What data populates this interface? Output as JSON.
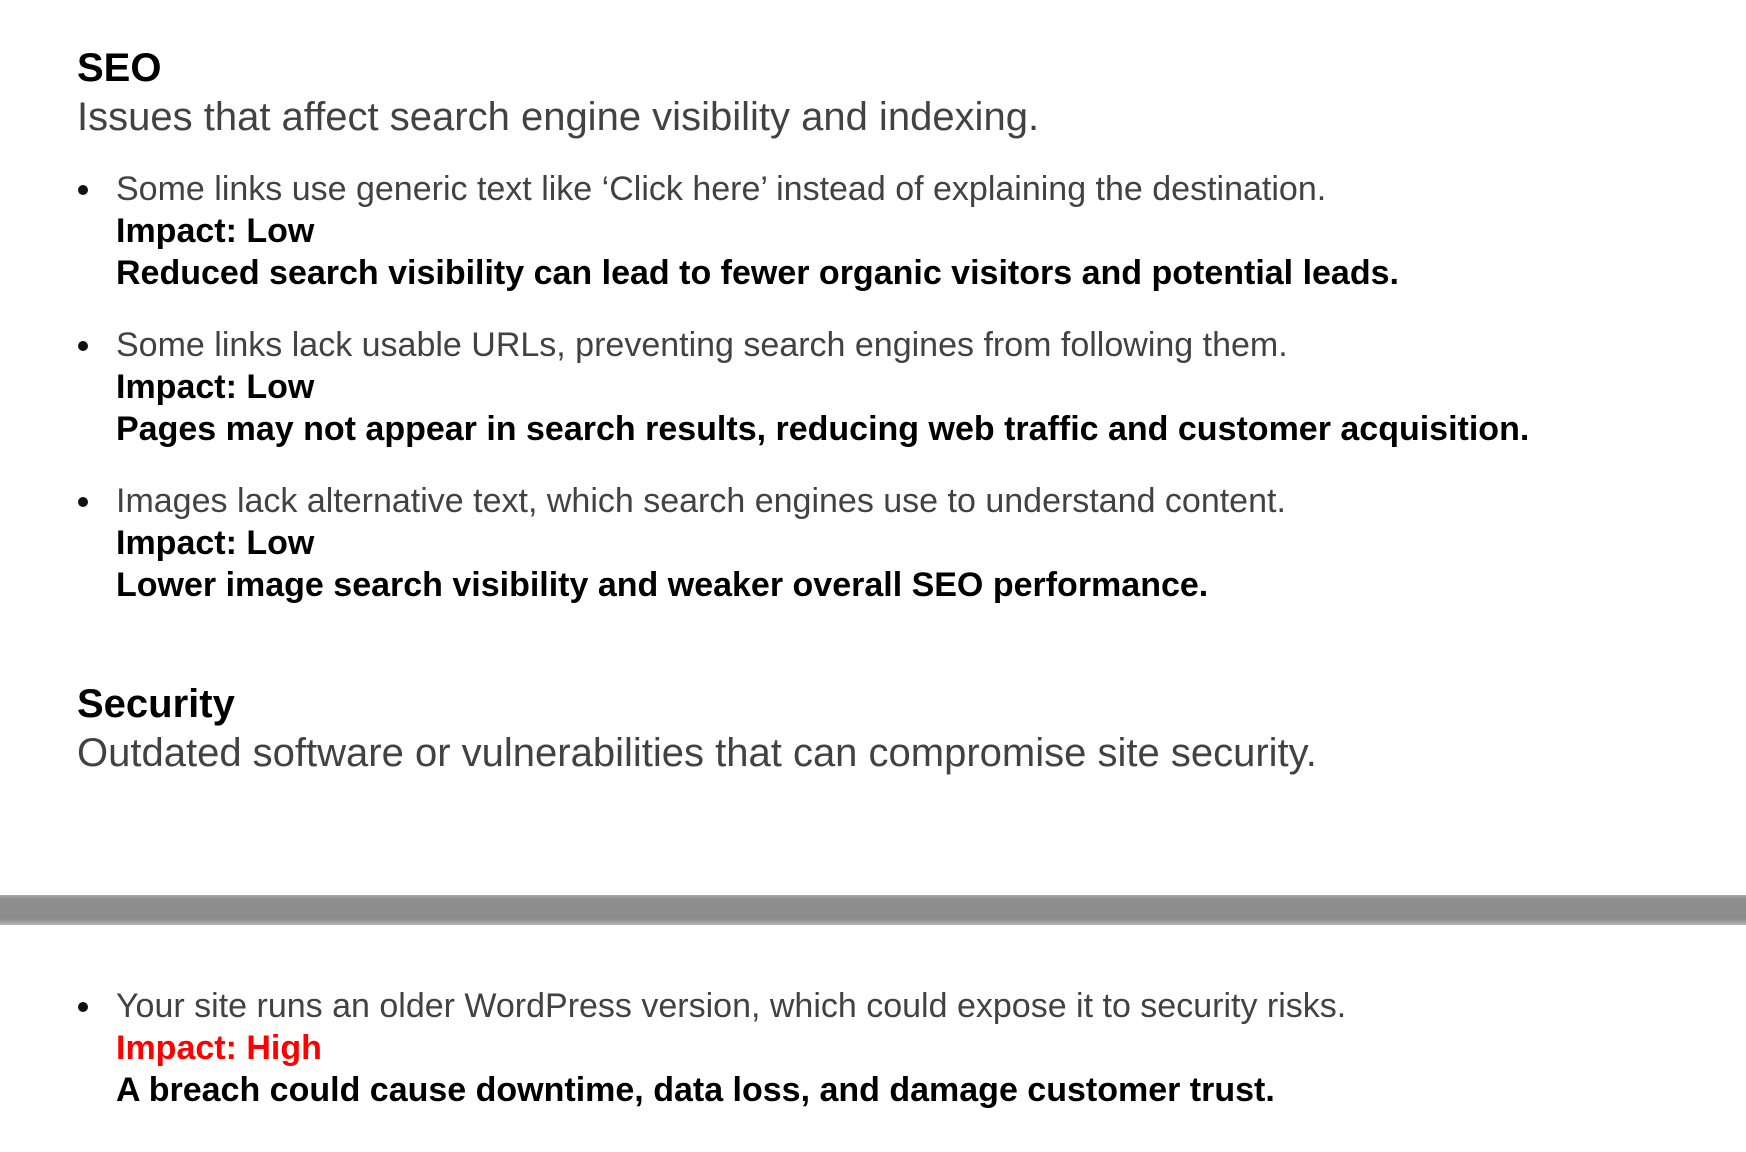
{
  "seo": {
    "title": "SEO",
    "description": "Issues that affect search engine visibility and indexing.",
    "issues": [
      {
        "text": "Some links use generic text like ‘Click here’ instead of explaining the destination.",
        "impact": "Impact: Low",
        "effect": "Reduced search visibility can lead to fewer organic visitors and potential leads."
      },
      {
        "text": "Some links lack usable URLs, preventing search engines from following them.",
        "impact": "Impact: Low",
        "effect": "Pages may not appear in search results, reducing web traffic and customer acquisition."
      },
      {
        "text": "Images lack alternative text, which search engines use to understand content.",
        "impact": "Impact: Low",
        "effect": "Lower image search visibility and weaker overall SEO performance."
      }
    ]
  },
  "security": {
    "title": "Security",
    "description": "Outdated software or vulnerabilities that can compromise site security.",
    "issues": [
      {
        "text": "Your site runs an older WordPress version, which could expose it to security risks.",
        "impact": "Impact: High",
        "effect": "A breach could cause downtime, data loss, and damage customer trust."
      }
    ]
  },
  "colors": {
    "impact_high": "#ff0000",
    "impact_low": "#000000",
    "description_text": "#424242",
    "page_divider": "#8c8c8c"
  }
}
